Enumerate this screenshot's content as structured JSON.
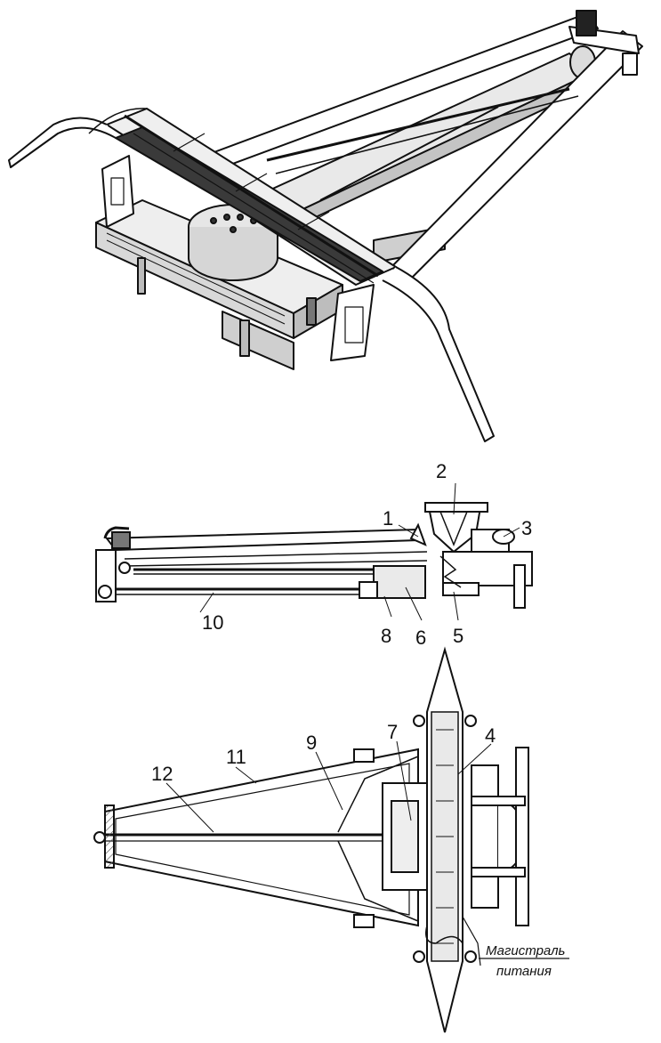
{
  "figure": {
    "callouts": [
      "1",
      "2",
      "3",
      "4",
      "5",
      "6",
      "7",
      "8",
      "9",
      "10",
      "11",
      "12"
    ],
    "supply_caption": {
      "line1": "Магистраль",
      "line2": "питания"
    }
  },
  "colors": {
    "ink": "#111111",
    "paper": "#ffffff",
    "shade": "#cfcfcf",
    "dark": "#3a3a3a"
  }
}
